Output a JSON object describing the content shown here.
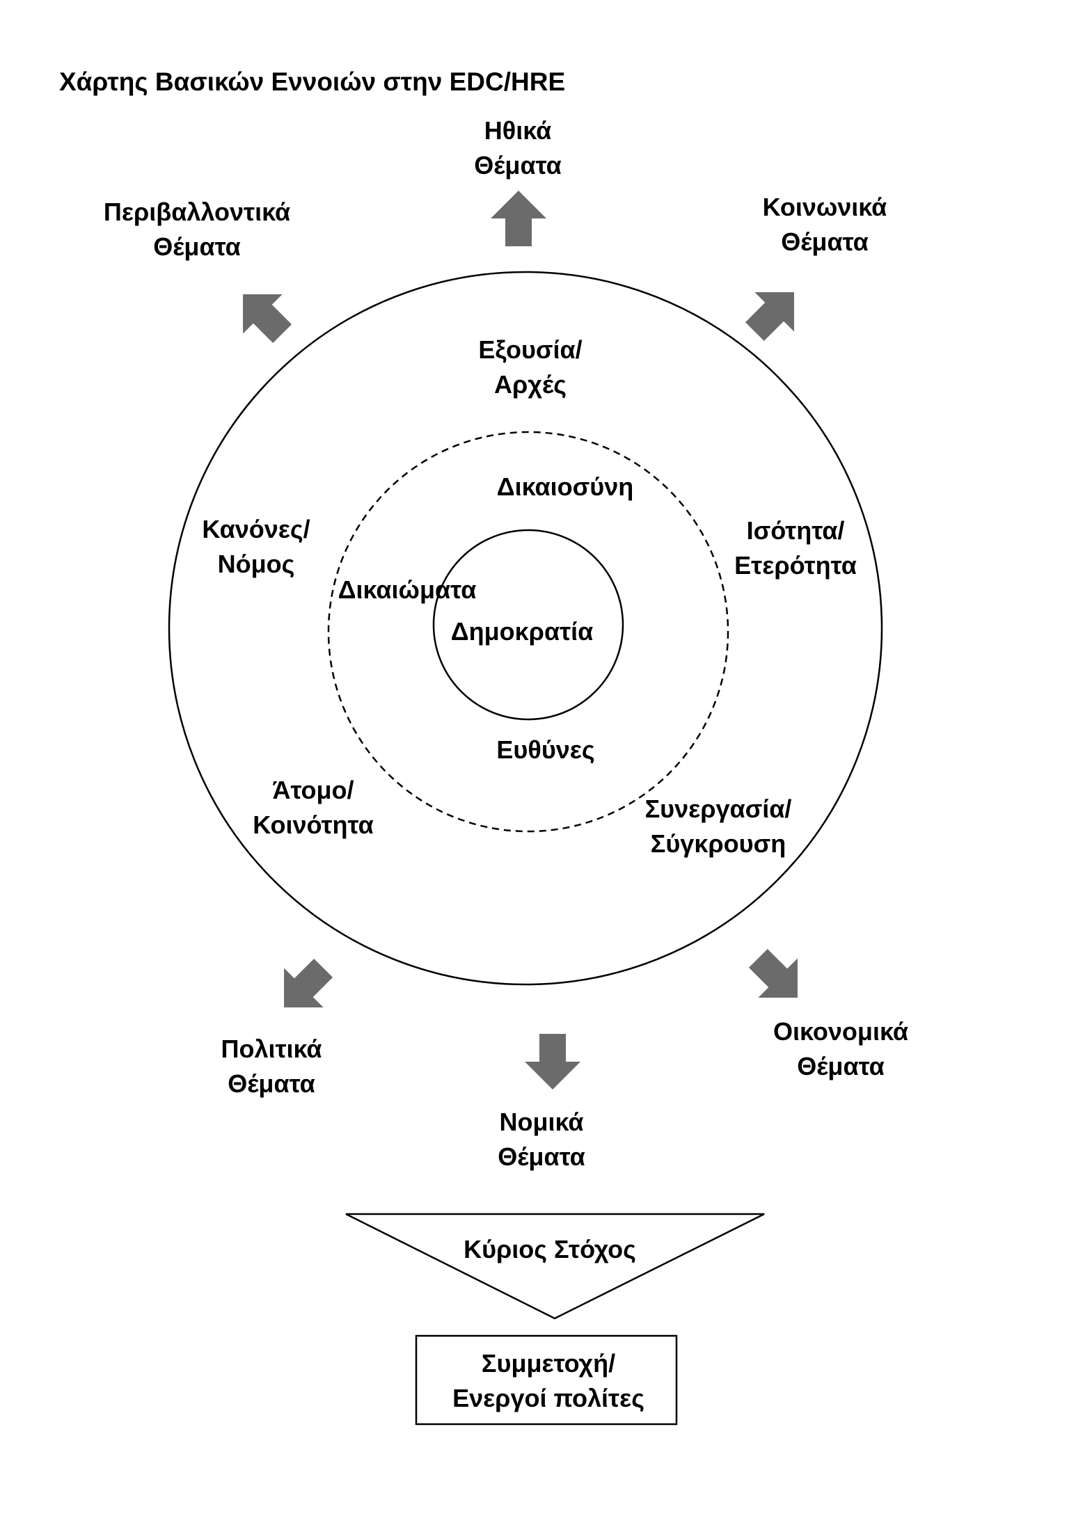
{
  "title": "Χάρτης Βασικών Εννοιών στην EDC/HRE",
  "colors": {
    "arrow": "#6b6b6b",
    "stroke": "#000000",
    "background": "#ffffff"
  },
  "outer_ring": {
    "items": [
      {
        "line1": "Εξουσία/",
        "line2": "Αρχές"
      },
      {
        "line1": "Ισότητα/",
        "line2": "Ετερότητα"
      },
      {
        "line1": "Συνεργασία/",
        "line2": "Σύγκρουση"
      },
      {
        "line1": "Άτομο/",
        "line2": "Κοινότητα"
      },
      {
        "line1": "Κανόνες/",
        "line2": "Νόμος"
      }
    ]
  },
  "middle_ring": {
    "items": [
      "Δικαιοσύνη",
      "Δικαιώματα",
      "Ευθύνες"
    ]
  },
  "center": "Δημοκρατία",
  "issues": [
    {
      "line1": "Ηθικά",
      "line2": "Θέματα",
      "arrow_icon": "arrow-up-icon"
    },
    {
      "line1": "Κοινωνικά",
      "line2": "Θέματα",
      "arrow_icon": "arrow-up-right-icon"
    },
    {
      "line1": "Οικονομικά",
      "line2": "Θέματα",
      "arrow_icon": "arrow-down-right-icon"
    },
    {
      "line1": "Νομικά",
      "line2": "Θέματα",
      "arrow_icon": "arrow-down-icon"
    },
    {
      "line1": "Πολιτικά",
      "line2": "Θέματα",
      "arrow_icon": "arrow-down-left-icon"
    },
    {
      "line1": "Περιβαλλοντικά",
      "line2": "Θέματα",
      "arrow_icon": "arrow-up-left-icon"
    }
  ],
  "goal": {
    "label": "Κύριος Στόχος",
    "line1": "Συμμετοχή/",
    "line2": "Ενεργοί πολίτες"
  }
}
